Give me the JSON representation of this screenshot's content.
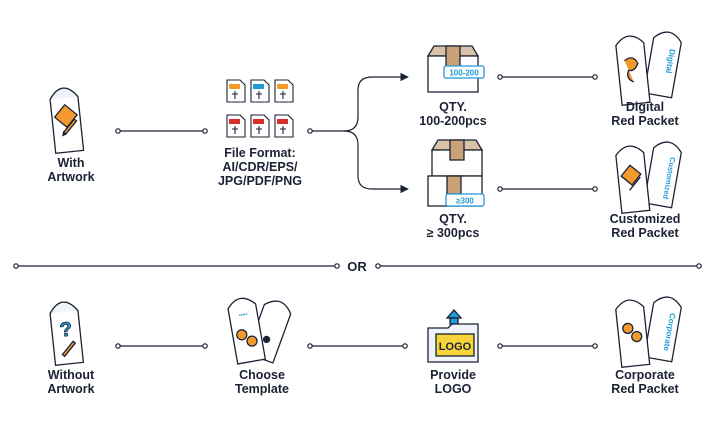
{
  "colors": {
    "ink": "#1b2233",
    "accent": "#1f9bd7",
    "orange": "#f29a2e",
    "box": "#c9a27a",
    "logo_yellow": "#f7d53a"
  },
  "top_row": {
    "with_artwork": {
      "line1": "With",
      "line2": "Artwork",
      "icon": "red-packet-with-artwork-icon"
    },
    "file_format": {
      "line1": "File Format:",
      "line2": "AI/CDR/EPS/",
      "line3": "JPG/PDF/PNG",
      "icon": "file-formats-icon"
    },
    "qty_small": {
      "line1": "QTY.",
      "line2": "100-200pcs",
      "box_label": "100-200",
      "icon": "single-box-icon"
    },
    "qty_large": {
      "line1": "QTY.",
      "line2": "≥ 300pcs",
      "box_label": "≥300",
      "icon": "stacked-boxes-icon"
    },
    "digital": {
      "line1": "Digital",
      "line2": "Red Packet",
      "packet_label": "Digital",
      "icon": "digital-red-packet-icon"
    },
    "customized": {
      "line1": "Customized",
      "line2": "Red Packet",
      "packet_label": "Customized",
      "icon": "customized-red-packet-icon"
    }
  },
  "divider": {
    "label": "OR"
  },
  "bottom_row": {
    "without_artwork": {
      "line1": "Without",
      "line2": "Artwork",
      "icon": "question-packet-icon"
    },
    "template": {
      "line1": "Choose",
      "line2": "Template",
      "icon": "template-packet-icon"
    },
    "logo": {
      "line1": "Provide",
      "line2": "LOGO",
      "logo_text": "LOGO",
      "icon": "logo-upload-icon"
    },
    "corporate": {
      "line1": "Corporate",
      "line2": "Red Packet",
      "packet_label": "Corporate",
      "icon": "corporate-red-packet-icon"
    }
  }
}
